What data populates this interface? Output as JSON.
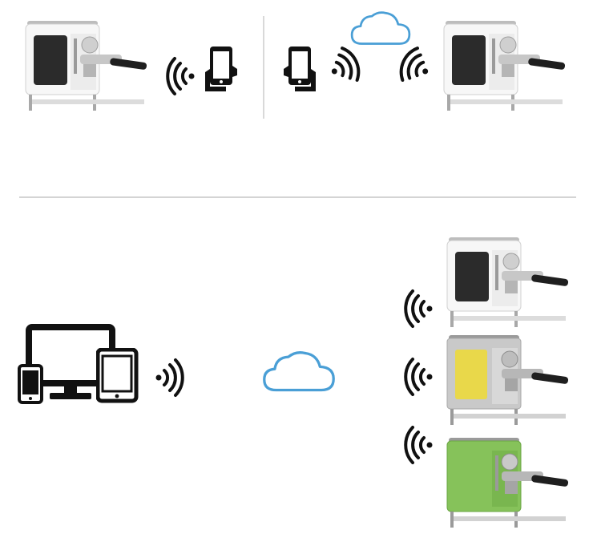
{
  "colors": {
    "icon": "#111111",
    "cloud": "#4a9fd6",
    "machine_white": "#f4f4f4",
    "machine_steel": "#cfcfcf",
    "machine_green": "#86c25a",
    "panel_dark": "#2b2b2b",
    "panel_yellow": "#e9d84a",
    "rule": "#d6d6d6"
  },
  "icons": {
    "phone": "smartphone-in-hand-icon",
    "wifi": "wifi-signal-icon",
    "cloud": "cloud-icon",
    "desktop": "desktop-monitor-icon",
    "tablet": "tablet-icon",
    "machine": "espresso-machine-icon"
  },
  "sections": {
    "top": {
      "left": [
        "espresso-machine",
        "wifi",
        "phone"
      ],
      "right": [
        "phone",
        "wifi",
        "cloud",
        "wifi",
        "espresso-machine"
      ]
    },
    "bottom": {
      "devices": [
        "smartphone",
        "desktop-monitor",
        "tablet"
      ],
      "hub": "cloud",
      "machines": [
        "white",
        "steel",
        "green"
      ]
    }
  }
}
